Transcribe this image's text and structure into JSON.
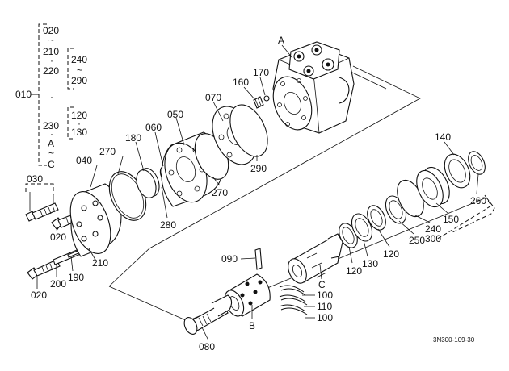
{
  "callouts": {
    "c010": "010",
    "c020_top": "020",
    "tilde1": "~",
    "c210_top": "210",
    "dot1": "·",
    "c220": "220",
    "c240": "240",
    "tilde2": "~",
    "c290": "290",
    "dot2": "·",
    "c120_top": "120",
    "dot3": "·",
    "c130_top": "130",
    "c230": "230",
    "dot4": "·",
    "letterA_side": "A",
    "tilde3": "~",
    "letterC_side": "C",
    "c030": "030",
    "c040": "040",
    "c270_a": "270",
    "c180": "180",
    "c060": "060",
    "c050": "050",
    "c070": "070",
    "c160": "160",
    "c170": "170",
    "letterA": "A",
    "c290_b": "290",
    "c270_b": "270",
    "c280": "280",
    "c020_mid": "020",
    "c210_mid": "210",
    "c020_bot": "020",
    "c200": "200",
    "c190": "190",
    "c090": "090",
    "letterC": "C",
    "c100_a": "100",
    "c110": "110",
    "c100_b": "100",
    "letterB": "B",
    "c080": "080",
    "c120_a": "120",
    "c130_b": "130",
    "c120_b": "120",
    "c250": "250",
    "c240_b": "240",
    "c150": "150",
    "c140": "140",
    "c260": "260",
    "c300": "300",
    "ref_code": "3N300-109-30"
  }
}
